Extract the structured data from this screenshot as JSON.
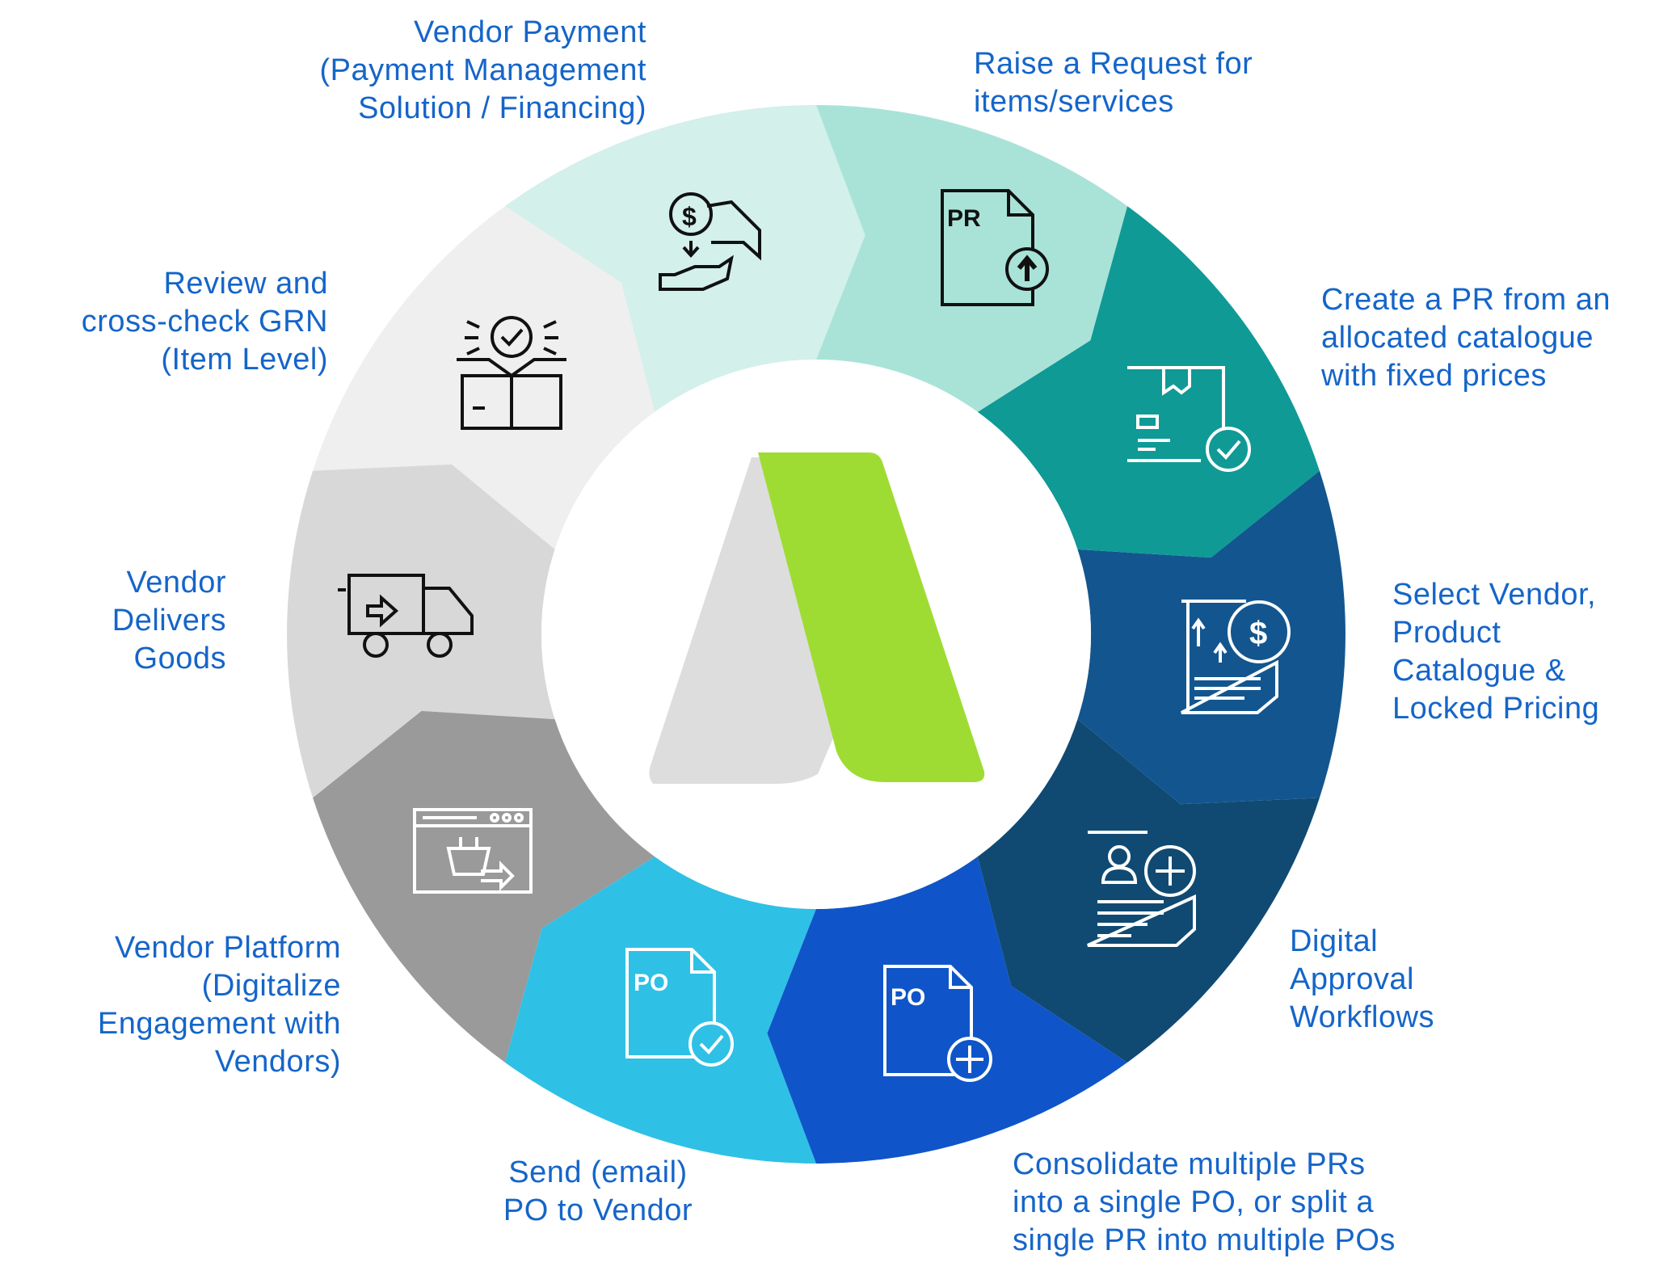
{
  "steps": [
    {
      "lines": [
        "Raise a Request for",
        "items/services"
      ],
      "color": "#a9e3d8",
      "icon": "pr-document-upload-icon",
      "icon_text": "PR"
    },
    {
      "lines": [
        "Create a PR from an",
        "allocated catalogue",
        "with fixed prices"
      ],
      "color": "#0f9a96",
      "icon": "catalogue-box-check-icon"
    },
    {
      "lines": [
        "Select Vendor,",
        "Product",
        "Catalogue &",
        "Locked Pricing"
      ],
      "color": "#13568f",
      "icon": "price-document-icon"
    },
    {
      "lines": [
        "Digital",
        "Approval",
        "Workflows"
      ],
      "color": "#104a72",
      "icon": "approval-user-add-icon"
    },
    {
      "lines": [
        "Consolidate multiple PRs",
        "into a single PO, or split a",
        "single PR into multiple POs"
      ],
      "color": "#0f55c9",
      "icon": "po-document-add-icon",
      "icon_text": "PO"
    },
    {
      "lines": [
        "Send (email)",
        "PO to Vendor"
      ],
      "color": "#2fc0e6",
      "icon": "po-document-check-icon",
      "icon_text": "PO"
    },
    {
      "lines": [
        "Vendor Platform",
        "(Digitalize",
        "Engagement with",
        "Vendors)"
      ],
      "color": "#9a9a9a",
      "icon": "web-platform-basket-icon"
    },
    {
      "lines": [
        "Vendor",
        "Delivers",
        "Goods"
      ],
      "color": "#d8d8d8",
      "icon": "delivery-truck-icon"
    },
    {
      "lines": [
        "Review and",
        "cross-check GRN",
        "(Item Level)"
      ],
      "color": "#efefef",
      "icon": "box-check-icon"
    },
    {
      "lines": [
        "Vendor Payment",
        "(Payment Management",
        "Solution / Financing)"
      ],
      "color": "#d3f0ea",
      "icon": "payment-hand-coin-icon"
    }
  ],
  "logo": {
    "left_color": "#dddddd",
    "right_color": "#9fdc33"
  },
  "text_color": "#1565c9"
}
